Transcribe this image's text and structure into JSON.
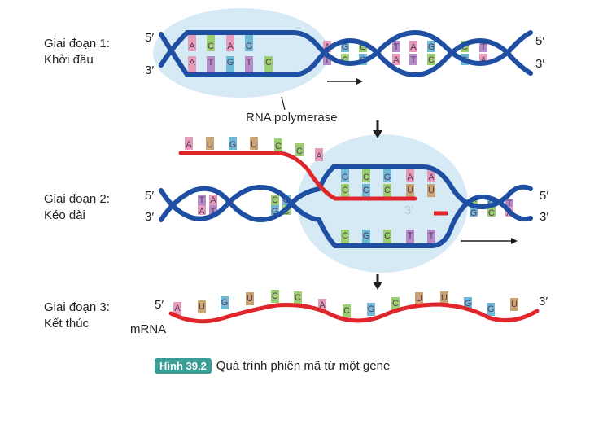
{
  "stages": [
    {
      "line1": "Giai đoạn 1:",
      "line2": "Khởi đầu"
    },
    {
      "line1": "Giai đoạn 2:",
      "line2": "Kéo dài"
    },
    {
      "line1": "Giai đoạn 3:",
      "line2": "Kết thúc"
    }
  ],
  "ends": {
    "five": "5′",
    "three": "3′"
  },
  "labels": {
    "rna_polymerase": "RNA polymerase",
    "mrna": "mRNA"
  },
  "caption": {
    "badge": "Hình 39.2",
    "text": "Quá trình phiên mã từ một gene"
  },
  "colors": {
    "dna": "#1f4fa3",
    "mrna": "#e0262b",
    "bubble": "#cfe6f5",
    "A": "#e79bbb",
    "U": "#c8a572",
    "G": "#6fb8d6",
    "C": "#9ccf6f",
    "T": "#b48ac9"
  },
  "stage1": {
    "bubble_top": [
      "A",
      "C",
      "A",
      "G"
    ],
    "bubble_bottom": [
      "A",
      "T",
      "G",
      "T",
      "C"
    ],
    "helix_top": [
      "A",
      "G",
      "C",
      "T",
      "A",
      "G",
      "C",
      "T"
    ],
    "helix_bottom": [
      "T",
      "C",
      "G",
      "A",
      "T",
      "C",
      "G",
      "A"
    ]
  },
  "stage2": {
    "left_top": [
      "T",
      "A",
      "C",
      "G"
    ],
    "left_bottom": [
      "A",
      "T",
      "G",
      "C"
    ],
    "mrna_bases": [
      "A",
      "U",
      "G",
      "U",
      "C",
      "C",
      "A"
    ],
    "template_top": [
      "G",
      "C",
      "G",
      "A",
      "A"
    ],
    "template_rna": [
      "C",
      "G",
      "C",
      "U",
      "U"
    ],
    "coding_bottom": [
      "C",
      "G",
      "C",
      "T",
      "T"
    ],
    "right_top": [
      "C",
      "G",
      "T"
    ],
    "right_bottom": [
      "G",
      "C",
      "A"
    ]
  },
  "stage3": {
    "bases": [
      "A",
      "U",
      "G",
      "U",
      "C",
      "C",
      "A",
      "C",
      "G",
      "C",
      "U",
      "U",
      "G",
      "G",
      "U"
    ]
  }
}
